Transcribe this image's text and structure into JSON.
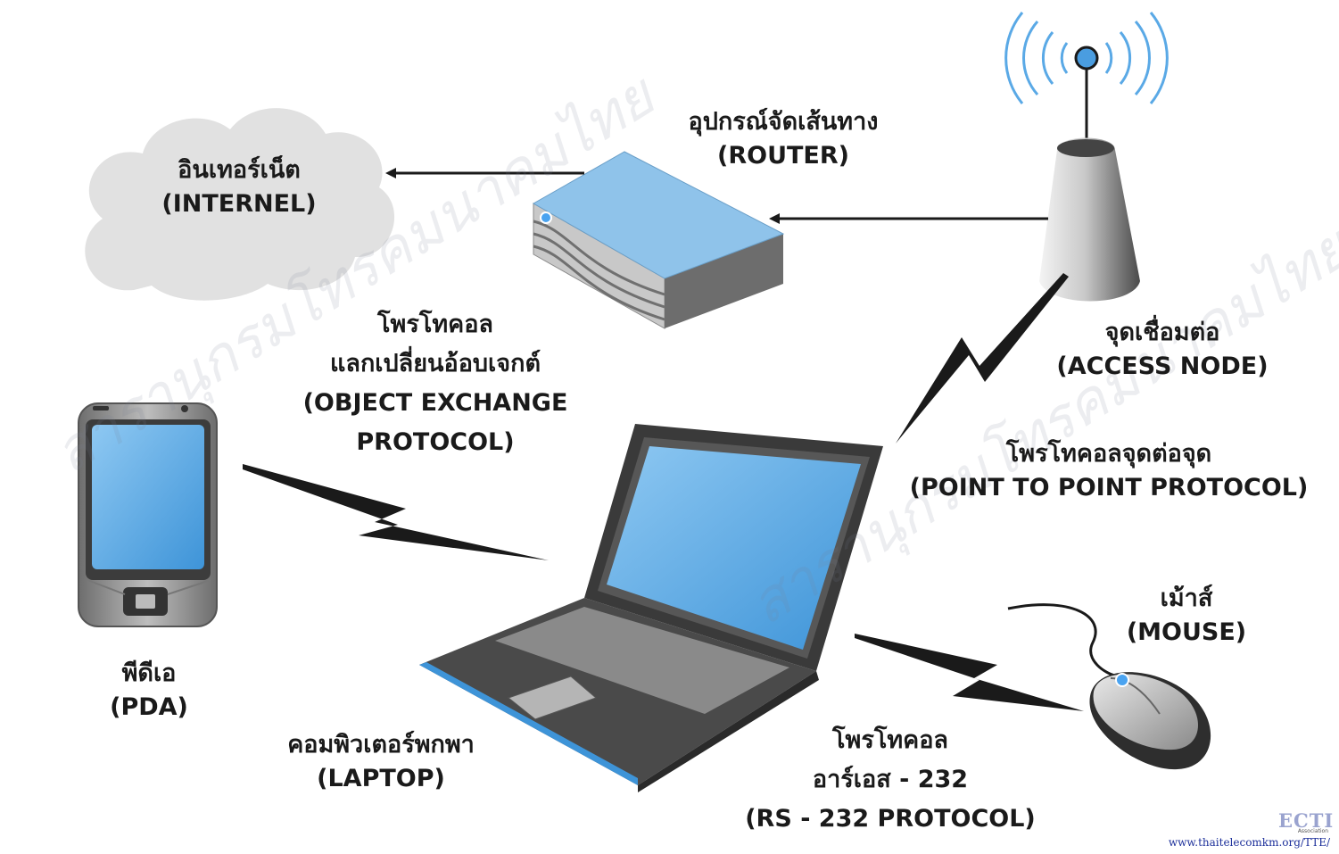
{
  "diagram": {
    "labels": {
      "internet": [
        "อินเทอร์เน็ต",
        "(INTERNEL)"
      ],
      "router": [
        "อุปกรณ์จัดเส้นทาง",
        "(ROUTER)"
      ],
      "access_node": [
        "จุดเชื่อมต่อ",
        "(ACCESS NODE)"
      ],
      "obex": [
        "โพรโทคอล",
        "แลกเปลี่ยนอ้อบเจกต์",
        "(OBJECT EXCHANGE",
        "PROTOCOL)"
      ],
      "ppp": [
        "โพรโทคอลจุดต่อจุด",
        "(POINT TO POINT PROTOCOL)"
      ],
      "pda": [
        "พีดีเอ",
        "(PDA)"
      ],
      "laptop": [
        "คอมพิวเตอร์พกพา",
        "(LAPTOP)"
      ],
      "mouse": [
        "เม้าส์",
        "(MOUSE)"
      ],
      "rs232": [
        "โพรโทคอล",
        "อาร์เอส - 232",
        "(RS - 232 PROTOCOL)"
      ]
    },
    "watermark": "สารานุกรมโทรคมนาคมไทย",
    "footer": {
      "logo": "ECTI",
      "logo_sub": "Association",
      "url": "www.thaitelecomkm.org/TTE/"
    },
    "colors": {
      "screen_blue": "#5aa9e6",
      "device_gray": "#9a9a9a",
      "dark": "#1a1a1a",
      "cloud": "#e1e1e1"
    }
  }
}
